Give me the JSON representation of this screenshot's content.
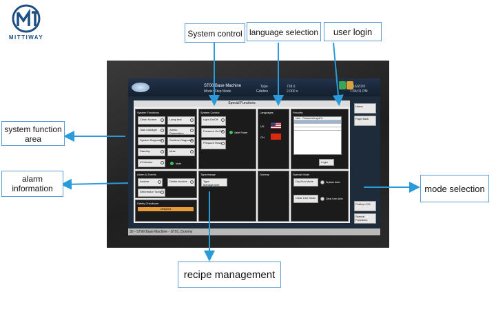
{
  "brand": {
    "name": "MITTIWAY"
  },
  "callouts": {
    "system_control": "System control",
    "language_selection": "language selection",
    "user_login": "user login",
    "system_function_area": "system function area",
    "alarm_information": "alarm information",
    "mode_selection": "mode selection",
    "recipe_management": "recipe management"
  },
  "hmi": {
    "header": {
      "title": "ST00 Base Machine",
      "mode": "Mode: Step Mode",
      "type_label": "Type",
      "type_value": "Gdeline",
      "version": "718.6",
      "version2": "2.000 s",
      "date": "8/16/2020",
      "time": "1:34:01 PM"
    },
    "panel_title": "Special Functions",
    "system_functions": {
      "title": "System Functions",
      "buttons": [
        "Clean Screen",
        "Lamp test",
        "Task manager",
        "Admin. Parameters",
        "System Diagnosis",
        "Runtime Diagnosis",
        "Standby",
        "Mute",
        "IO Monitor"
      ],
      "indicator": "Mute"
    },
    "system_control": {
      "title": "System Control",
      "buttons": [
        "Light On/Off",
        "Pressure On/Off",
        "Pressure Reset"
      ],
      "indicator": "Valve Power"
    },
    "languages": {
      "title": "Languages",
      "items": [
        "US",
        "CN"
      ]
    },
    "security": {
      "title": "Security",
      "user_col": "User",
      "pw_col": "Password/Logoff ti..",
      "login": "Login"
    },
    "alarms": {
      "title": "Alarm & Events",
      "buttons": [
        "Archive",
        "Delete Archive",
        "Deformator Tools"
      ]
    },
    "safety": {
      "title": "Safety Checksum",
      "value": "29082003"
    },
    "typechange": {
      "title": "Typechange",
      "button": "Type Management"
    },
    "dummy": {
      "title": "Dummy"
    },
    "special_mode": {
      "title": "Special Mode",
      "buttons": [
        "Dry Run Mode",
        "Clear Line Mode"
      ],
      "radios": [
        "Dryblan Adim",
        "Clear Line Adim"
      ]
    },
    "side": {
      "buttons": [
        "Home",
        "Page Back"
      ],
      "bottom_buttons": [
        "Proficy LOG",
        "Special Functions"
      ]
    },
    "statusbar": "30 - ST99 Base Machine - ST91_Dummy"
  }
}
